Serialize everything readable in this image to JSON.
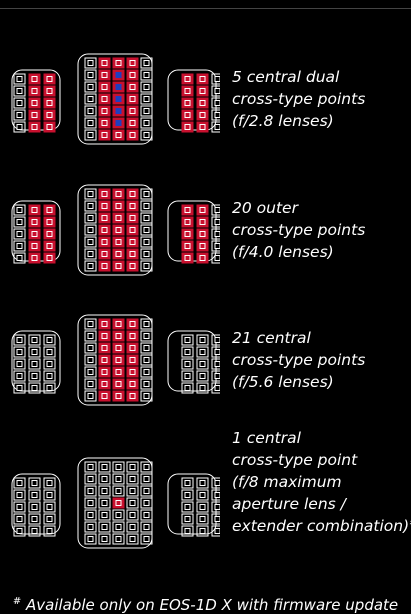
{
  "sections": [
    {
      "lines": [
        "5 central dual",
        "cross-type points",
        "(f/2.8 lenses)"
      ],
      "highlight": "dual"
    },
    {
      "lines": [
        "20 outer",
        "cross-type points",
        "(f/4.0 lenses)"
      ],
      "highlight": "outer"
    },
    {
      "lines": [
        "21 central",
        "cross-type points",
        "(f/5.6 lenses)"
      ],
      "highlight": "central"
    },
    {
      "lines": [
        "1 central",
        "cross-type point",
        "(f/8 maximum",
        "aperture lens /",
        "extender combination)"
      ],
      "highlight": "single",
      "last_line_marker": "#"
    }
  ],
  "footnote": {
    "marker": "#",
    "text": "Available only on EOS-1D X with firmware update"
  },
  "colors": {
    "background": "#000000",
    "point_outline": "#ffffff",
    "highlight_red": "#c8102e",
    "highlight_blue": "#1f3fbf"
  }
}
